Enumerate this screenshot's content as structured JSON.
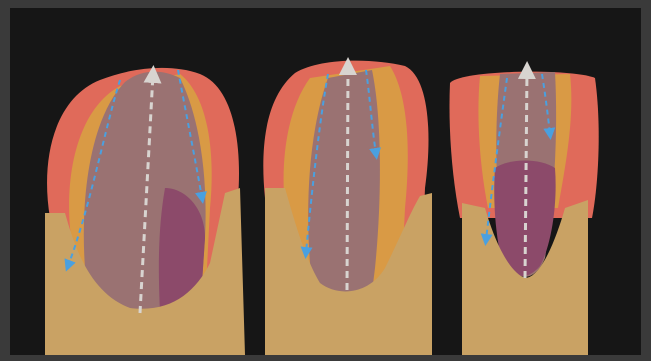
{
  "image": {
    "background": "#161616",
    "frame": "#3a3a3a",
    "colors": {
      "enamel_red": "#e06a5a",
      "dentin_orange": "#d99a45",
      "core_mauve": "#9a7272",
      "core_purple": "#8c4a6a",
      "base_tan": "#c9a264",
      "arrow_white": "#d8d4d0",
      "arrow_blue": "#4aa0e0"
    },
    "teeth": [
      {
        "name": "left-tooth"
      },
      {
        "name": "middle-tooth"
      },
      {
        "name": "right-tooth"
      }
    ]
  }
}
